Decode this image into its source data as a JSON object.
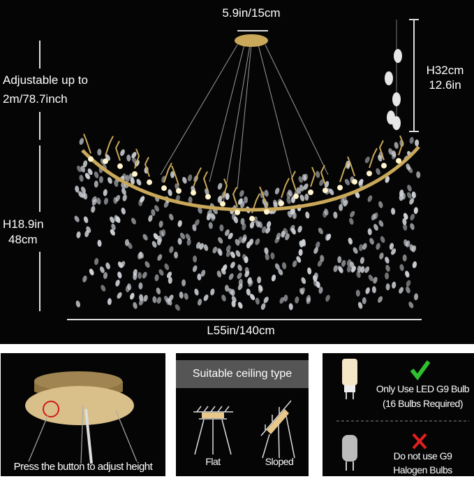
{
  "main": {
    "canopy_width": "5.9in/15cm",
    "adjustable_line1": "Adjustable up to",
    "adjustable_line2": "2m/78.7inch",
    "strand_height_cm": "H32cm",
    "strand_height_in": "12.6in",
    "body_height_in": "H18.9in",
    "body_height_cm": "48cm",
    "length": "L55in/140cm"
  },
  "panel_button": {
    "caption": "Press the button to adjust height"
  },
  "panel_ceiling": {
    "title": "Suitable ceiling type",
    "flat": "Flat",
    "sloped": "Sloped"
  },
  "panel_bulbs": {
    "led_line1": "Only Use LED G9 Bulb",
    "led_line2": "(16 Bulbs Required)",
    "halogen_line1": "Do not use G9",
    "halogen_line2": "Halogen Bulbs",
    "check_color": "#2fbf2f",
    "cross_color": "#e02020"
  },
  "colors": {
    "background": "#050505",
    "gold": "#c9a85a",
    "header_gray": "#555555"
  }
}
